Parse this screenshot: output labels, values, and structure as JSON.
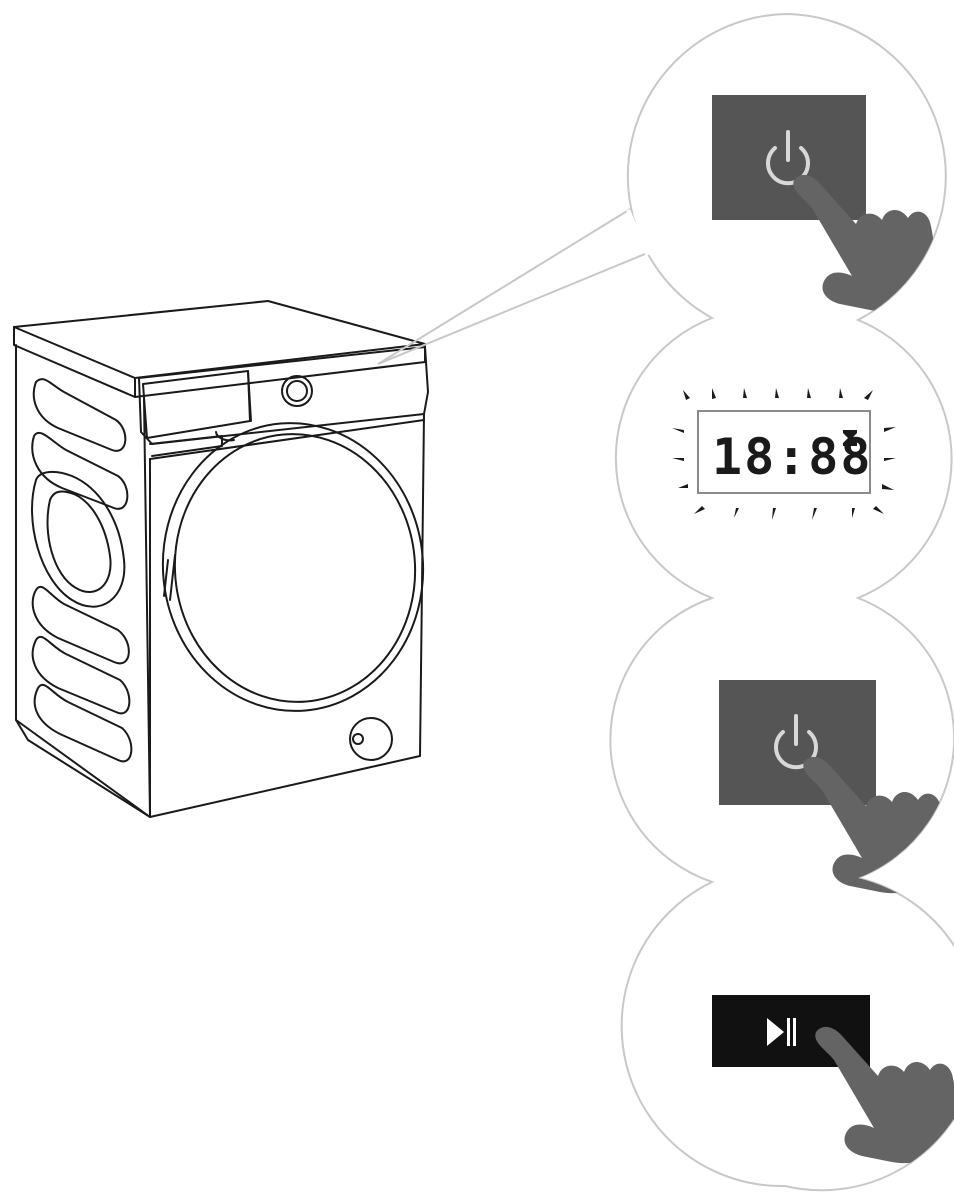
{
  "diagram": {
    "colors": {
      "line": "#1a1a1a",
      "bubble_outline": "#c8c8c8",
      "button_gray": "#555555",
      "button_dark": "#111111",
      "hand": "#646464",
      "lcd": "#1a1a1a"
    },
    "steps": [
      {
        "icon": "power-icon",
        "button": "power-button"
      },
      {
        "icon": "display",
        "display_text": "18:88",
        "indicator": "hourglass-icon"
      },
      {
        "icon": "power-icon",
        "button": "power-button"
      },
      {
        "icon": "play-pause-icon",
        "button": "start-pause-button"
      }
    ]
  }
}
